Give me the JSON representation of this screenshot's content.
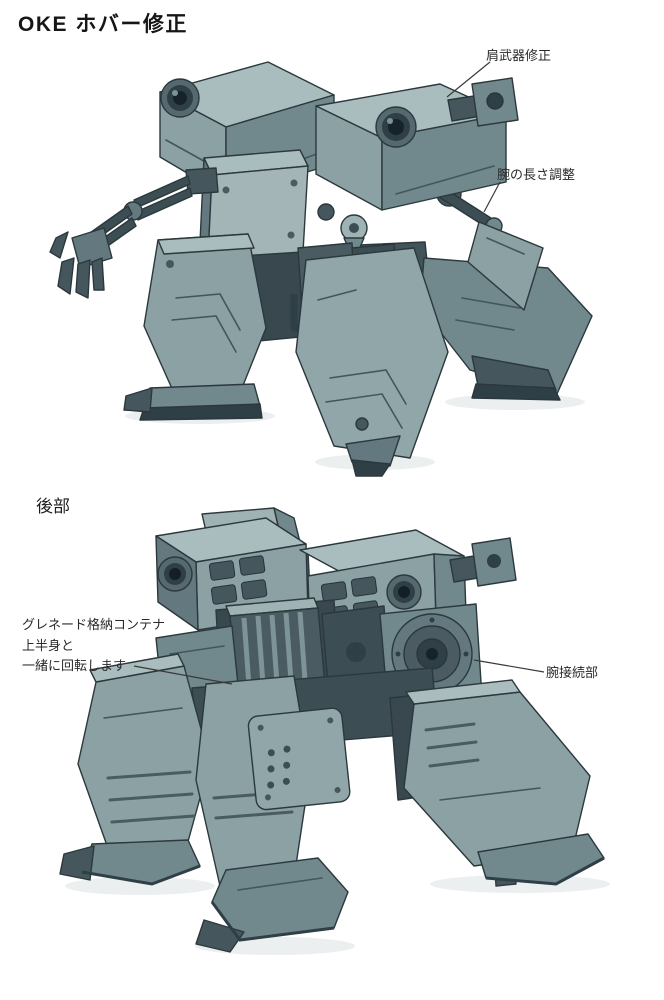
{
  "title": "OKE ホバー修正",
  "sections": {
    "top_view": {
      "annotations": {
        "shoulder_weapon": "肩武器修正",
        "arm_length": "腕の長さ調整"
      }
    },
    "rear_view": {
      "label": "後部",
      "annotations": {
        "grenade_line1": "グレネード格納コンテナ",
        "grenade_line2": "上半身と",
        "grenade_line3": "一緒に回転します",
        "arm_connector": "腕接続部"
      }
    }
  },
  "illustration": {
    "subject": "quadruped-mecha-concept-sketch",
    "palette": {
      "body_lightest": "#aabdbe",
      "body_light": "#9fb2b4",
      "body_mid": "#8ba1a4",
      "body_mid_dark": "#71888d",
      "body_dark": "#56696f",
      "body_darker": "#45575d",
      "body_darkest": "#2e3f45",
      "outline": "#2b383c",
      "background": "#ffffff",
      "annotation_text": "#2a2a2a"
    }
  }
}
